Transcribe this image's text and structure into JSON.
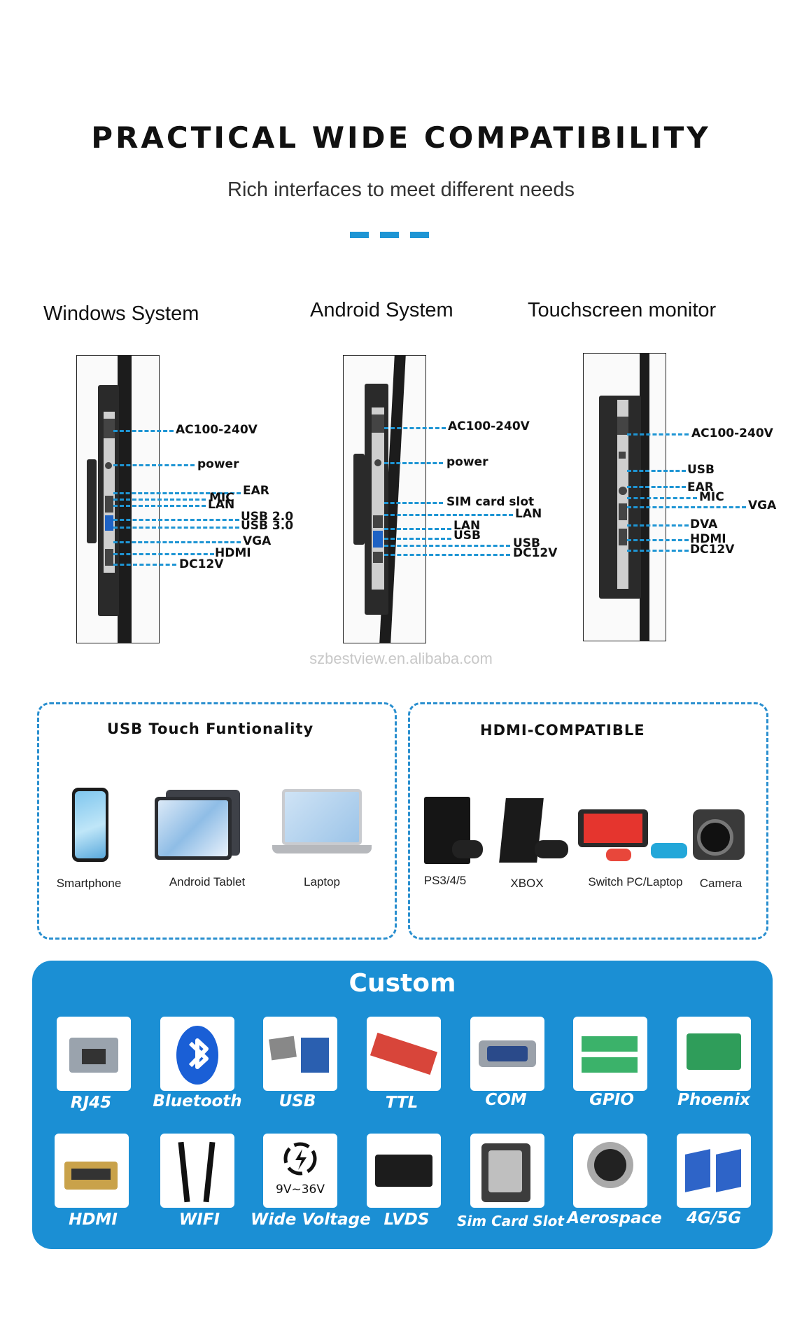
{
  "header": {
    "title": "PRACTICAL WIDE COMPATIBILITY",
    "subtitle": "Rich interfaces to meet different needs"
  },
  "systems": {
    "windows": {
      "label": "Windows System",
      "ports": [
        "AC100-240V",
        "power",
        "EAR",
        "MIC",
        "LAN",
        "USB 2.0",
        "USB 3.0",
        "VGA",
        "HDMI",
        "DC12V"
      ]
    },
    "android": {
      "label": "Android System",
      "ports": [
        "AC100-240V",
        "power",
        "SIM card slot",
        "LAN",
        "LAN",
        "USB",
        "USB",
        "DC12V"
      ]
    },
    "touch": {
      "label": "Touchscreen monitor",
      "ports": [
        "AC100-240V",
        "USB",
        "EAR",
        "MIC",
        "VGA",
        "DVA",
        "HDMI",
        "DC12V"
      ]
    }
  },
  "watermark": "szbestview.en.alibaba.com",
  "usb_box": {
    "title": "USB Touch Funtionality",
    "devices": [
      "Smartphone",
      "Android Tablet",
      "Laptop"
    ]
  },
  "hdmi_box": {
    "title": "HDMI-COMPATIBLE",
    "devices": [
      "PS3/4/5",
      "XBOX",
      "Switch PC/Laptop",
      "Camera"
    ]
  },
  "custom": {
    "title": "Custom",
    "row1": [
      "RJ45",
      "Bluetooth",
      "USB",
      "TTL",
      "COM",
      "GPIO",
      "Phoenix"
    ],
    "row2": [
      "HDMI",
      "WIFI",
      "Wide Voltage",
      "LVDS",
      "Sim Card Slot",
      "Aerospace",
      "4G/5G"
    ],
    "wide_voltage_text": "9V~36V"
  },
  "colors": {
    "accent": "#1e95d4",
    "custom_bg": "#1b8fd4"
  }
}
